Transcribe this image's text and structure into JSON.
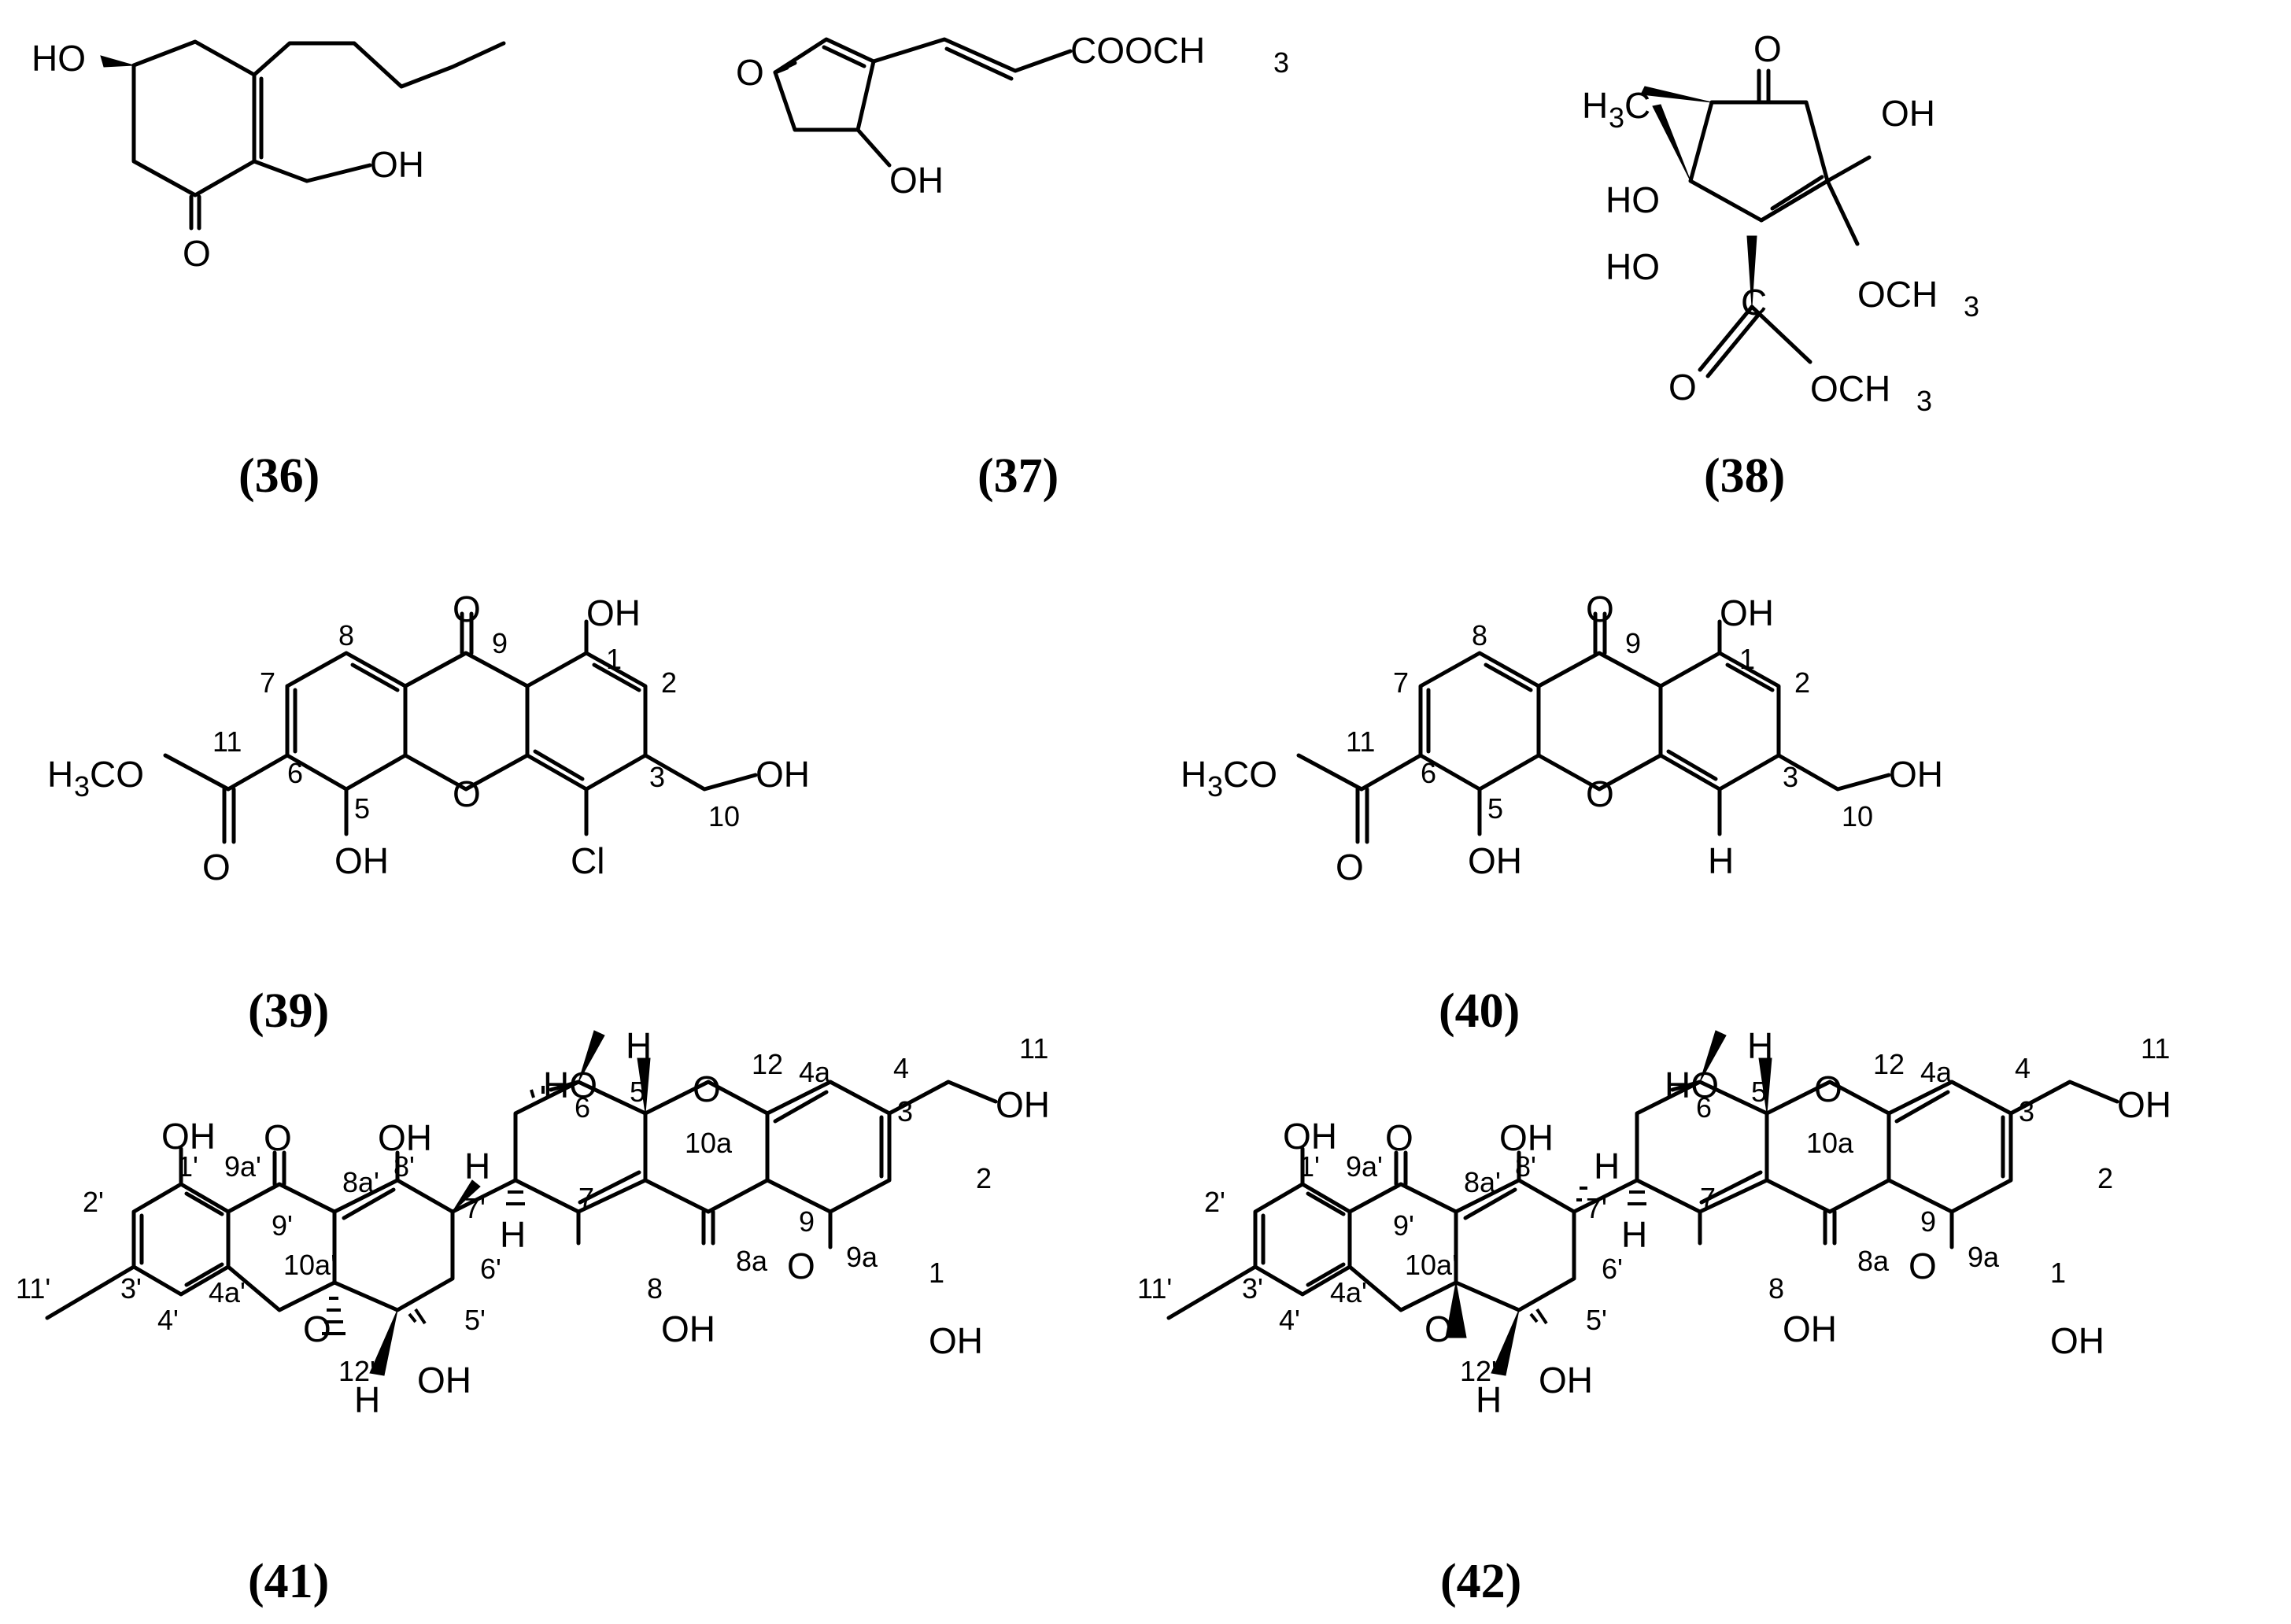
{
  "captions": {
    "c36": "(36)",
    "c37": "(37)",
    "c38": "(38)",
    "c39": "(39)",
    "c40": "(40)",
    "c41": "(41)",
    "c42": "(42)"
  },
  "atoms": {
    "HO": "HO",
    "OH": "OH",
    "O": "O",
    "Cl": "Cl",
    "H": "H",
    "COOCH3": "COOCH",
    "CH3sub": "3",
    "H3C_H": "H",
    "H3C_sub": "3",
    "H3C_C": "C",
    "C": "C",
    "OCH3": "OCH",
    "H3CO_H": "H",
    "H3CO_rest": "CO"
  },
  "locants": {
    "n1": "1",
    "n2": "2",
    "n3": "3",
    "n4": "4",
    "n4a": "4a",
    "n5": "5",
    "n6": "6",
    "n7": "7",
    "n8": "8",
    "n8a": "8a",
    "n9": "9",
    "n9a": "9a",
    "n10": "10",
    "n10a": "10a",
    "n11": "11",
    "n12": "12",
    "p1": "1'",
    "p2": "2'",
    "p3": "3'",
    "p4": "4'",
    "p4a": "4a'",
    "p5": "5'",
    "p6": "6'",
    "p7": "7'",
    "p8": "8'",
    "p8a": "8a'",
    "p9": "9'",
    "p9a": "9a'",
    "p10a": "10a'",
    "p11": "11'",
    "p12": "12'"
  }
}
